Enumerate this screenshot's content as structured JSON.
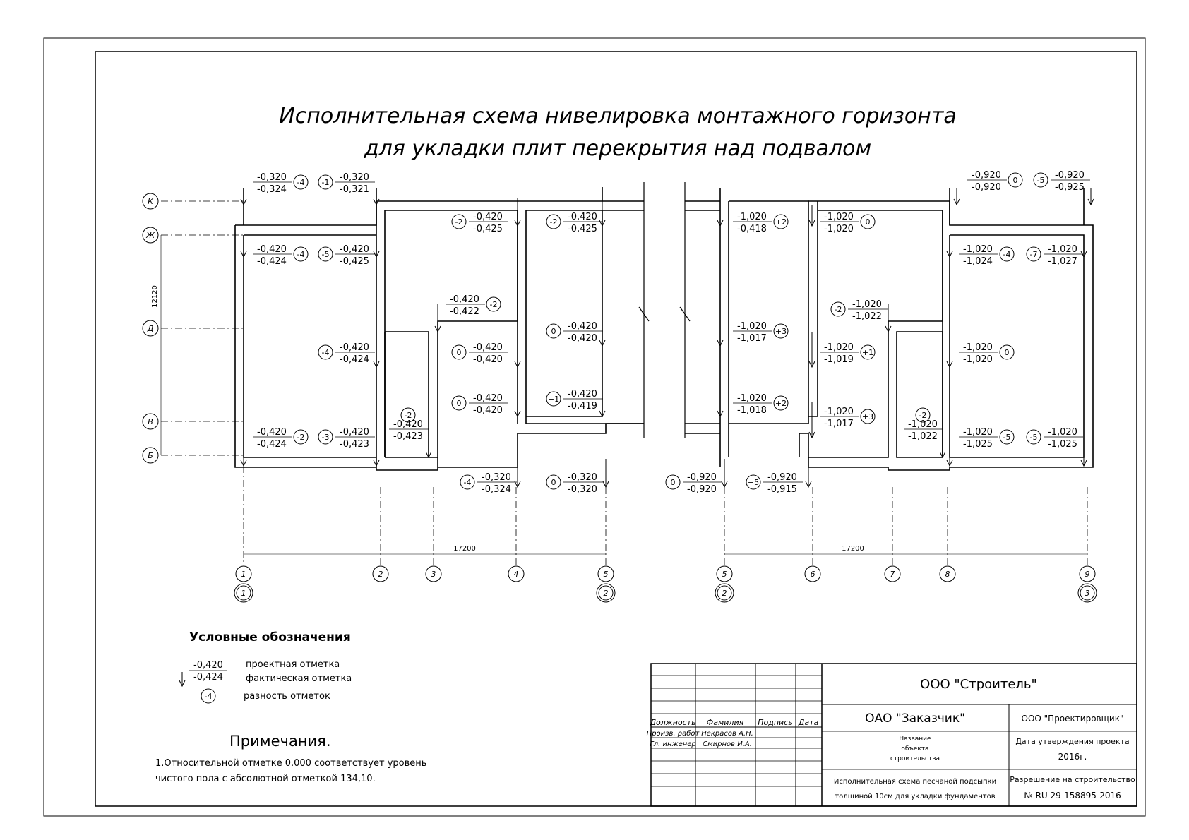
{
  "title": {
    "line1": "Исполнительная схема нивелировка монтажного горизонта",
    "line2": "для укладки плит перекрытия над подвалом"
  },
  "axes": {
    "rows": [
      "К",
      "Ж",
      "Д",
      "В",
      "Б"
    ],
    "cols_left": [
      "1",
      "2",
      "3",
      "4",
      "5"
    ],
    "cols_right": [
      "5",
      "6",
      "7",
      "8",
      "9"
    ],
    "sections_left": [
      "1",
      "2"
    ],
    "sections_right": [
      "2",
      "3"
    ],
    "dim_vertical": "12120",
    "dim_left": "17200",
    "dim_right": "17200"
  },
  "marks": [
    {
      "design": "-0,320",
      "actual": "-0,324",
      "diff": "-4"
    },
    {
      "design": "-0,320",
      "actual": "-0,321",
      "diff": "-1"
    },
    {
      "design": "-0,420",
      "actual": "-0,424",
      "diff": "-4"
    },
    {
      "design": "-0,420",
      "actual": "-0,425",
      "diff": "-5"
    },
    {
      "design": "-0,420",
      "actual": "-0,425",
      "diff": "-2"
    },
    {
      "design": "-0,420",
      "actual": "-0,425",
      "diff": "-2"
    },
    {
      "design": "-0,420",
      "actual": "-0,422",
      "diff": "-2"
    },
    {
      "design": "-0,420",
      "actual": "-0,424",
      "diff": "-4"
    },
    {
      "design": "-0,420",
      "actual": "-0,420",
      "diff": "0"
    },
    {
      "design": "-0,420",
      "actual": "-0,420",
      "diff": "0"
    },
    {
      "design": "-0,420",
      "actual": "-0,420",
      "diff": "0"
    },
    {
      "design": "-0,420",
      "actual": "-0,419",
      "diff": "+1"
    },
    {
      "design": "-0,420",
      "actual": "-0,423",
      "diff": "-2"
    },
    {
      "design": "-0,420",
      "actual": "-0,424",
      "diff": "-2"
    },
    {
      "design": "-0,420",
      "actual": "-0,423",
      "diff": "-3"
    },
    {
      "design": "-0,320",
      "actual": "-0,324",
      "diff": "-4"
    },
    {
      "design": "-0,320",
      "actual": "-0,320",
      "diff": "0"
    },
    {
      "design": "-0,920",
      "actual": "-0,920",
      "diff": "0"
    },
    {
      "design": "-0,920",
      "actual": "-0,925",
      "diff": "-5"
    },
    {
      "design": "-1,020",
      "actual": "-0,418",
      "diff": "+2"
    },
    {
      "design": "-1,020",
      "actual": "-1,020",
      "diff": "0"
    },
    {
      "design": "-1,020",
      "actual": "-1,024",
      "diff": "-4"
    },
    {
      "design": "-1,020",
      "actual": "-1,027",
      "diff": "-7"
    },
    {
      "design": "-1,020",
      "actual": "-1,022",
      "diff": "-2"
    },
    {
      "design": "-1,020",
      "actual": "-1,017",
      "diff": "+3"
    },
    {
      "design": "-1,020",
      "actual": "-1,019",
      "diff": "+1"
    },
    {
      "design": "-1,020",
      "actual": "-1,020",
      "diff": "0"
    },
    {
      "design": "-1,020",
      "actual": "-1,018",
      "diff": "+2"
    },
    {
      "design": "-1,020",
      "actual": "-1,017",
      "diff": "+3"
    },
    {
      "design": "-1,020",
      "actual": "-1,022",
      "diff": "-2"
    },
    {
      "design": "-1,020",
      "actual": "-1,025",
      "diff": "-5"
    },
    {
      "design": "-1,020",
      "actual": "-1,025",
      "diff": "-5"
    },
    {
      "design": "-0,920",
      "actual": "-0,920",
      "diff": "0"
    },
    {
      "design": "-0,920",
      "actual": "-0,915",
      "diff": "+5"
    }
  ],
  "legend": {
    "heading": "Условные обозначения",
    "sample_design": "-0,420",
    "sample_actual": "-0,424",
    "sample_diff": "-4",
    "design_label": "проектная отметка",
    "actual_label": "фактическая отметка",
    "diff_label": "разность отметок"
  },
  "notes": {
    "heading": "Примечания.",
    "line1": "1.Относительной отметке 0.000 соответствует уровень",
    "line2": "чистого пола с абсолютной отметкой 134,10."
  },
  "stamp": {
    "hdr_position": "Должность",
    "hdr_name": "Фамилия",
    "hdr_sign": "Подпись",
    "hdr_date": "Дата",
    "row1_position": "Произв. работ",
    "row1_name": "Некрасов А.Н.",
    "row2_position": "Гл. инженер",
    "row2_name": "Смирнов И.А.",
    "contractor": "ООО \"Строитель\"",
    "customer": "ОАО \"Заказчик\"",
    "designer": "ООО \"Проектировщик\"",
    "object_l1": "Название",
    "object_l2": "объекта",
    "object_l3": "строительства",
    "approval_label": "Дата утверждения проекта",
    "approval_year": "2016г.",
    "doc_l1": "Исполнительная схема песчаной подсыпки",
    "doc_l2": "толщиной 10см для укладки фундаментов",
    "permit_label": "Разрешение на строительство",
    "permit_no": "№ RU 29-158895-2016"
  }
}
